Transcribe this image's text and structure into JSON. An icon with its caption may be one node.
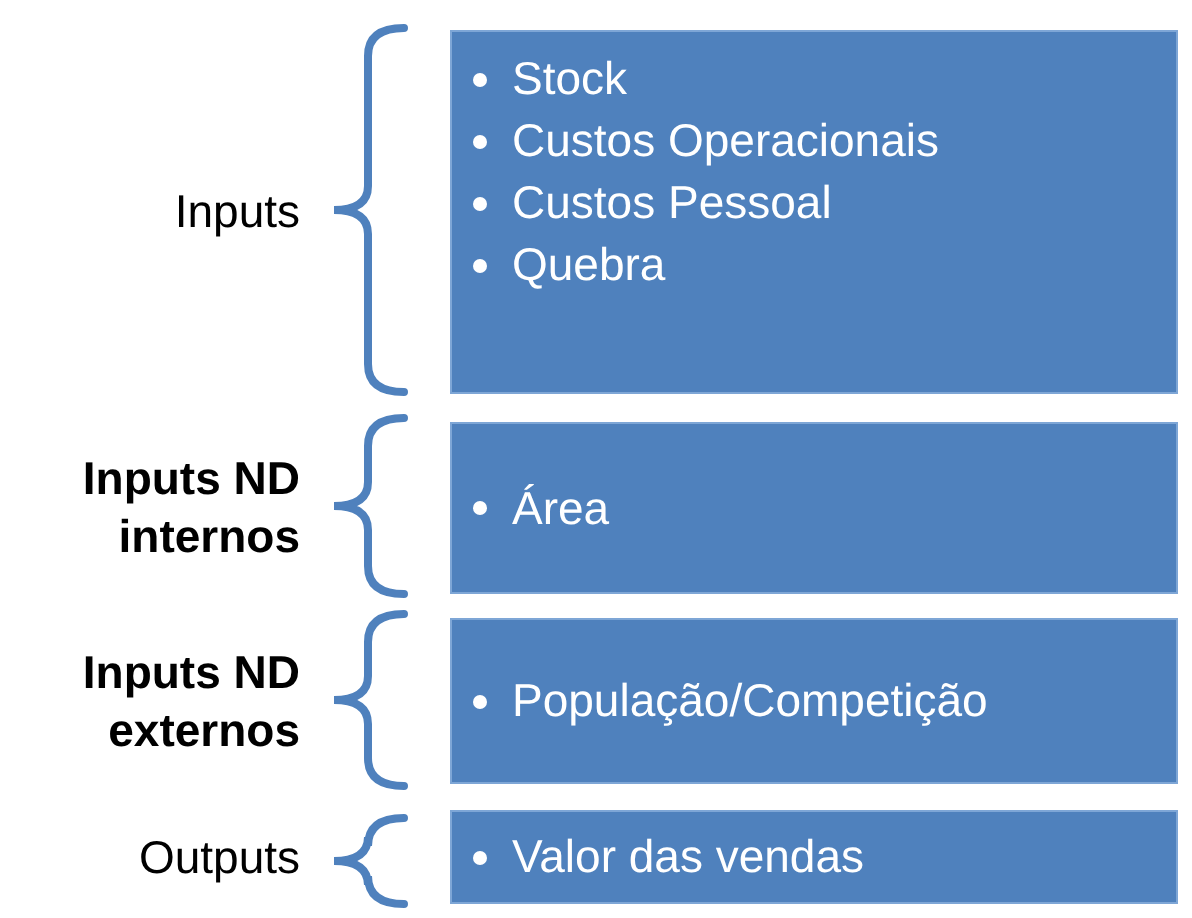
{
  "diagram": {
    "nodes": [
      {
        "text": [
          "Stock",
          "Custos Operacionais",
          "Custos Pessoal",
          "Quebra"
        ],
        "beside": [
          "Inputs"
        ]
      },
      {
        "text": [
          "Área"
        ],
        "beside": [
          "Inputs ND internos"
        ]
      },
      {
        "text": [
          "População/Competição"
        ],
        "beside": [
          "Inputs ND externos"
        ]
      },
      {
        "text": [
          "Valor das vendas"
        ],
        "beside": [
          "Outputs"
        ]
      }
    ]
  }
}
